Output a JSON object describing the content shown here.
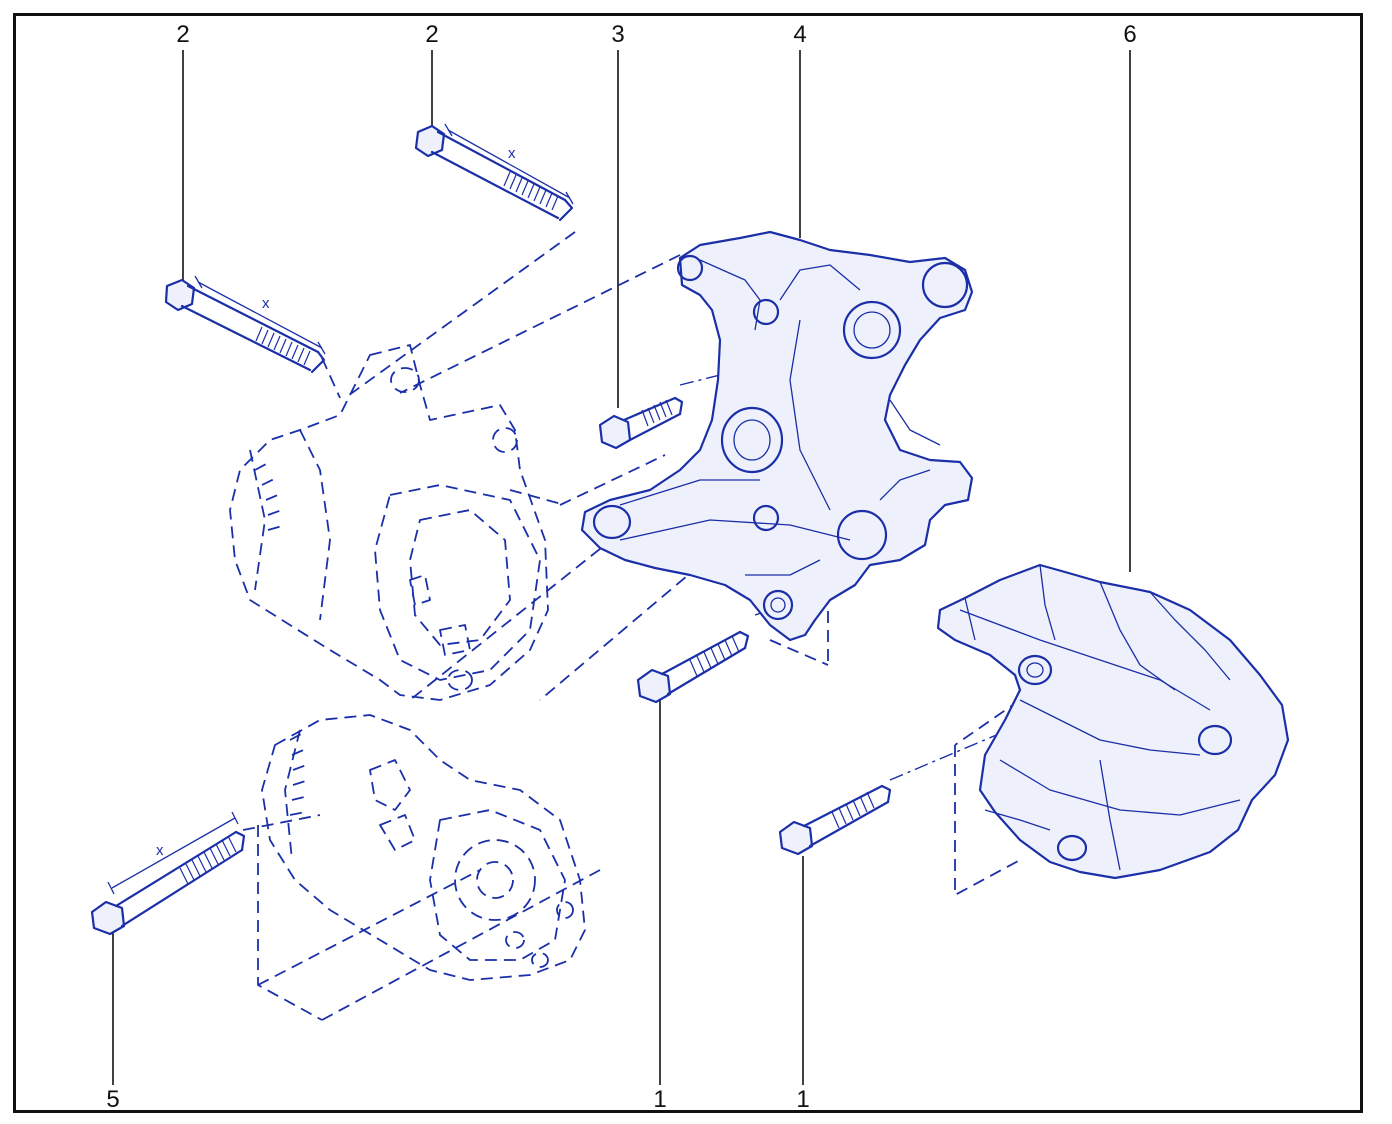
{
  "callouts": [
    {
      "id": "c2a",
      "label": "2"
    },
    {
      "id": "c2b",
      "label": "2"
    },
    {
      "id": "c3",
      "label": "3"
    },
    {
      "id": "c4",
      "label": "4"
    },
    {
      "id": "c6",
      "label": "6"
    },
    {
      "id": "c5",
      "label": "5"
    },
    {
      "id": "c1a",
      "label": "1"
    },
    {
      "id": "c1b",
      "label": "1"
    }
  ],
  "dimension_label": "x",
  "colors": {
    "line": "#1a2fa8",
    "frame": "#111111",
    "background": "#ffffff"
  }
}
